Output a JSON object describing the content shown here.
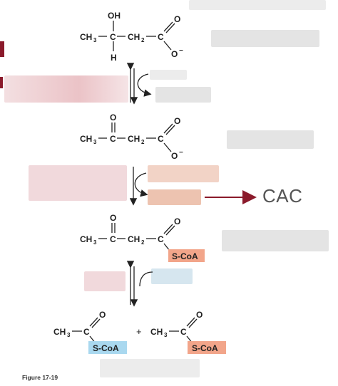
{
  "molecule1": {
    "oh": "OH",
    "ch3": "CH",
    "sub3": "3",
    "c1": "C",
    "ch2": "CH",
    "sub2": "2",
    "c2": "C",
    "h": "H",
    "o": "O",
    "ominus": "O"
  },
  "molecule2": {
    "ch3": "CH",
    "sub3": "3",
    "c1": "C",
    "o_top": "O",
    "ch2": "CH",
    "sub2": "2",
    "c2": "C",
    "o": "O",
    "ominus": "O"
  },
  "molecule3": {
    "ch3": "CH",
    "sub3": "3",
    "c1": "C",
    "o_top": "O",
    "ch2": "CH",
    "sub2": "2",
    "c2": "C",
    "o": "O",
    "scoa": "S-CoA"
  },
  "products": {
    "left_ch3": "CH",
    "left_sub3": "3",
    "left_c": "C",
    "left_o": "O",
    "left_scoa": "S-CoA",
    "plus": "+",
    "right_ch3": "CH",
    "right_sub3": "3",
    "right_c": "C",
    "right_o": "O",
    "right_scoa": "S-CoA"
  },
  "cac_label": "CAC",
  "figure_label": "Figure 17-19",
  "colors": {
    "arrow_red": "#8b1a2b",
    "scoa_salmon": "#f2a58a",
    "scoa_blue": "#a9d8ef",
    "text": "#222222"
  }
}
